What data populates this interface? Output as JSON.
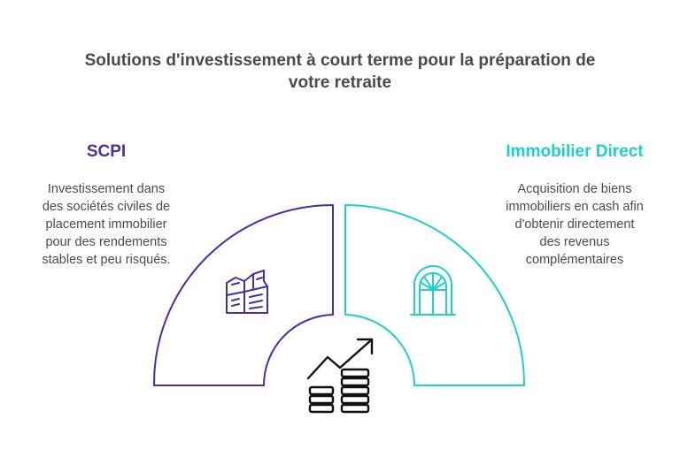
{
  "title": {
    "line1": "Solutions d'investissement à court terme pour la préparation de",
    "line2": "votre retraite"
  },
  "left": {
    "heading": "SCPI",
    "color": "#4a2ea5",
    "lines": [
      "Investissement dans",
      "des sociétés civiles de",
      "placement immobilier",
      "pour des rendements",
      "stables et peu risqués."
    ],
    "icon": "buildings-icon"
  },
  "right": {
    "heading": "Immobilier Direct",
    "color": "#1fcfcc",
    "lines": [
      "Acquisition de biens",
      "immobiliers en cash afin",
      "d'obtenir directement",
      "des revenus",
      "complémentaires"
    ],
    "icon": "arched-window-icon"
  },
  "center": {
    "icon": "growth-coins-icon",
    "color": "#111111"
  }
}
